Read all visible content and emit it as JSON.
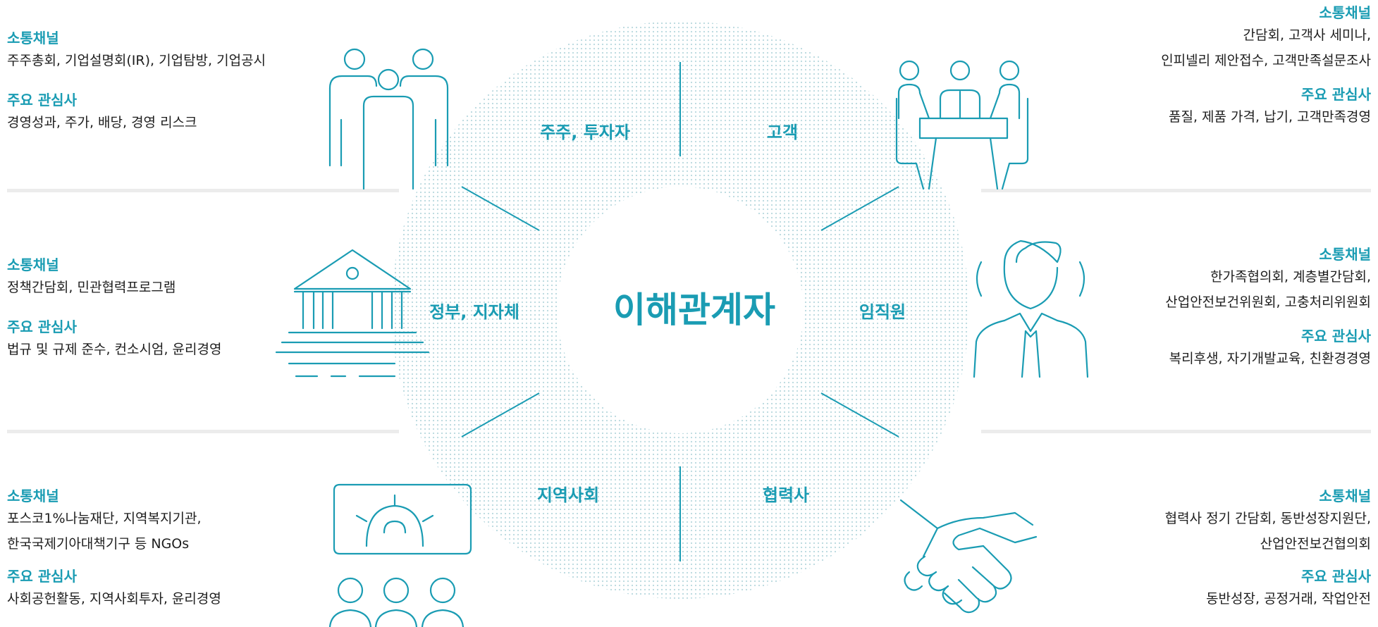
{
  "center_title": "이해관계자",
  "sectors": {
    "shareholders": "주주, 투자자",
    "customers": "고객",
    "government": "정부, 지자체",
    "employees": "임직원",
    "community": "지역사회",
    "partners": "협력사"
  },
  "panels": {
    "shareholders": {
      "channel_heading": "소통채널",
      "channel_text": "주주총회, 기업설명회(IR), 기업탐방, 기업공시",
      "interest_heading": "주요 관심사",
      "interest_text": "경영성과, 주가, 배당, 경영 리스크"
    },
    "customers": {
      "channel_heading": "소통채널",
      "channel_text": "간담회, 고객사 세미나,\n인피넬리 제안접수, 고객만족설문조사",
      "interest_heading": "주요 관심사",
      "interest_text": "품질, 제품 가격, 납기, 고객만족경영"
    },
    "government": {
      "channel_heading": "소통채널",
      "channel_text": "정책간담회, 민관협력프로그램",
      "interest_heading": "주요 관심사",
      "interest_text": "법규 및 규제 준수, 컨소시엄, 윤리경영"
    },
    "employees": {
      "channel_heading": "소통채널",
      "channel_text": "한가족협의회, 계층별간담회,\n산업안전보건위원회, 고충처리위원회",
      "interest_heading": "주요 관심사",
      "interest_text": "복리후생, 자기개발교육, 친환경경영"
    },
    "community": {
      "channel_heading": "소통채널",
      "channel_text": "포스코1%나눔재단, 지역복지기관,\n한국국제기아대책기구 등 NGOs",
      "interest_heading": "주요 관심사",
      "interest_text": "사회공헌활동, 지역사회투자, 윤리경영"
    },
    "partners": {
      "channel_heading": "소통채널",
      "channel_text": "협력사 정기 간담회, 동반성장지원단,\n산업안전보건협의회",
      "interest_heading": "주요 관심사",
      "interest_text": "동반성장, 공정거래, 작업안전"
    }
  },
  "colors": {
    "accent": "#1a9cb3",
    "divider": "#ececec",
    "ring_dot": "#b8d8de"
  },
  "icons": {
    "shareholders": "people-group-icon",
    "customers": "meeting-table-icon",
    "government": "government-building-icon",
    "employees": "employee-icon",
    "community": "community-gear-icon",
    "partners": "handshake-icon"
  }
}
